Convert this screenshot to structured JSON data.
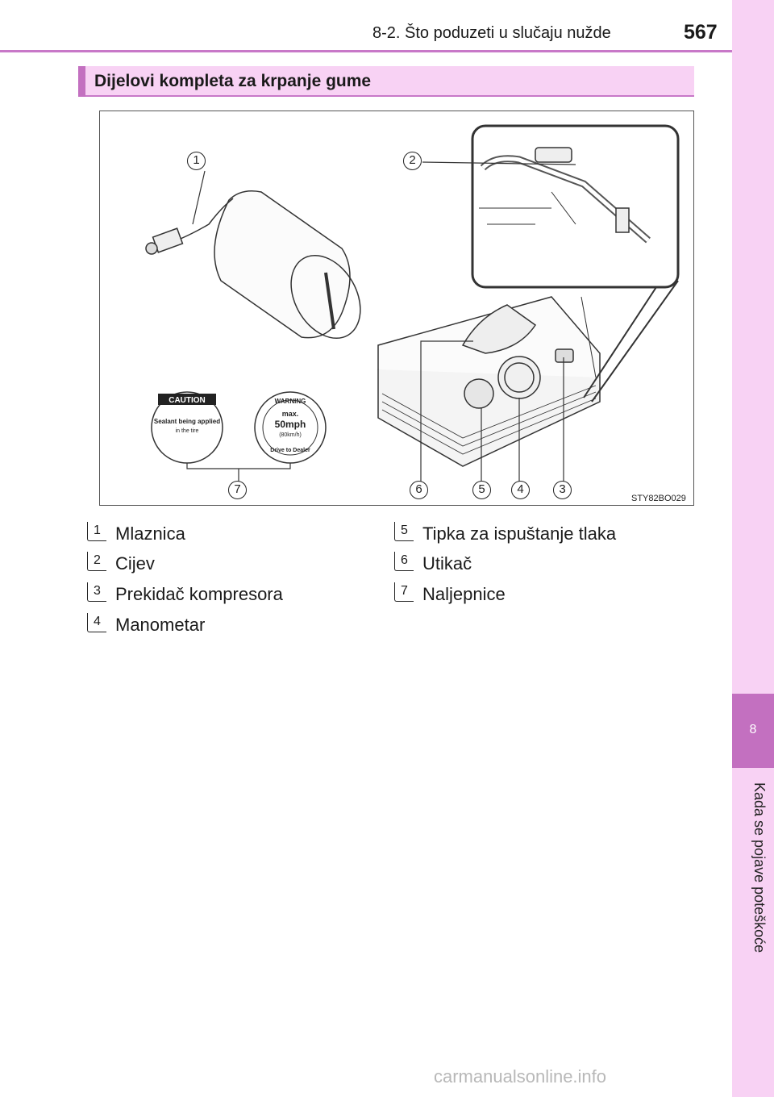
{
  "header": {
    "section": "8-2. Što poduzeti u slučaju nužde",
    "page_number": "567"
  },
  "side_tab": {
    "chapter_number": "8",
    "chapter_title": "Kada se pojave poteškoće"
  },
  "section": {
    "title": "Dijelovi kompleta za krpanje gume"
  },
  "figure": {
    "code": "STY82BO029",
    "callouts": [
      "1",
      "2",
      "3",
      "4",
      "5",
      "6",
      "7"
    ],
    "caution_sticker": {
      "heading": "CAUTION",
      "line1": "Sealant being applied",
      "line2": "in the tire"
    },
    "warning_sticker": {
      "top": "WARNING",
      "line1": "max.",
      "line2": "50mph",
      "line3": "(80km/h)",
      "bottom": "Drive to Dealer"
    }
  },
  "legend": [
    {
      "num": "1",
      "label": "Mlaznica"
    },
    {
      "num": "2",
      "label": "Cijev"
    },
    {
      "num": "3",
      "label": "Prekidač kompresora"
    },
    {
      "num": "4",
      "label": "Manometar"
    },
    {
      "num": "5",
      "label": "Tipka za ispuštanje tlaka"
    },
    {
      "num": "6",
      "label": "Utikač"
    },
    {
      "num": "7",
      "label": "Naljepnice"
    }
  ],
  "watermark": "carmanualsonline.info"
}
